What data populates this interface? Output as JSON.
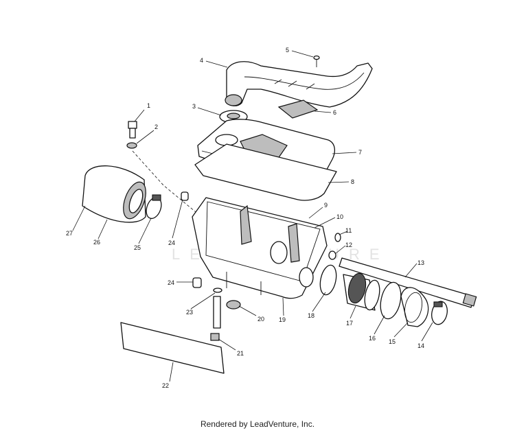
{
  "watermark": "LEADVENTURE",
  "footer": "Rendered by LeadVenture, Inc.",
  "callouts": [
    "1",
    "2",
    "3",
    "4",
    "5",
    "6",
    "7",
    "8",
    "9",
    "10",
    "11",
    "12",
    "13",
    "14",
    "15",
    "16",
    "17",
    "18",
    "19",
    "20",
    "21",
    "22",
    "23",
    "24",
    "24",
    "25",
    "26",
    "27"
  ]
}
